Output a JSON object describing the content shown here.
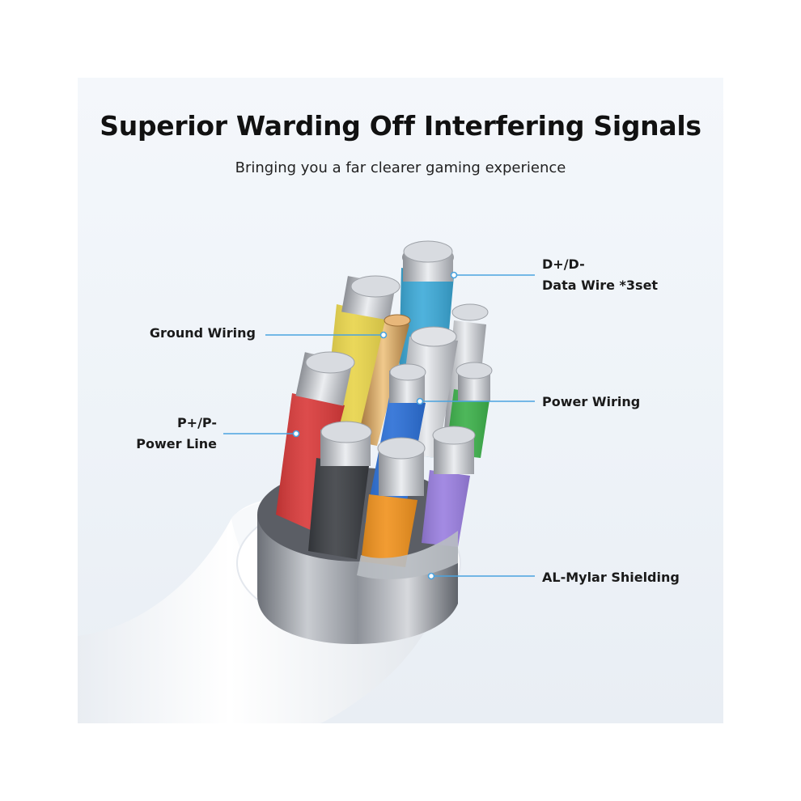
{
  "header": {
    "title": "Superior Warding Off Interfering Signals",
    "subtitle": "Bringing you a far clearer gaming experience"
  },
  "callouts": {
    "data_wire": {
      "line1": "D+/D-",
      "line2": "Data Wire *3set"
    },
    "ground_wiring": {
      "line1": "Ground Wiring"
    },
    "power_wiring": {
      "line1": "Power Wiring"
    },
    "power_line": {
      "line1": "P+/P-",
      "line2": "Power Line"
    },
    "shielding": {
      "line1": "AL-Mylar Shielding"
    }
  },
  "colors": {
    "leader_line": "#4aa3df",
    "wire_red": "#d93a3a",
    "wire_yellow": "#e8d44a",
    "wire_cyan": "#3aa9d8",
    "wire_blue": "#2b6fd6",
    "wire_green": "#3cb04a",
    "wire_orange": "#f0921e",
    "wire_purple": "#9a7fe0",
    "wire_black": "#3a3d42",
    "copper": "#c99a5a"
  }
}
